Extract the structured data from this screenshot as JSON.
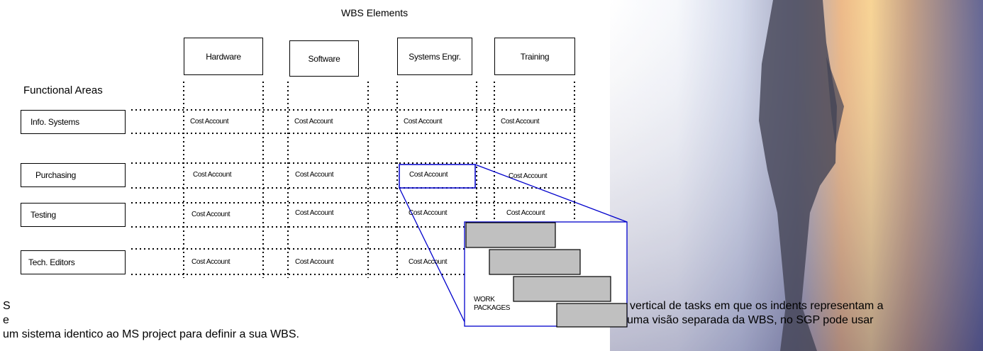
{
  "diagram": {
    "title": "WBS Elements",
    "row_header": "Functional Areas",
    "wbs_elements": [
      "Hardware",
      "Software",
      "Systems Engr.",
      "Training"
    ],
    "functional_areas": [
      "Info. Systems",
      "Purchasing",
      "Testing",
      "Tech. Editors"
    ],
    "cell_label": "Cost Account",
    "work_packages_label_line1": "WORK",
    "work_packages_label_line2": "PACKAGES"
  },
  "text": {
    "line1_start": "S",
    "line1_end": "vertical de tasks em que os indents representam a",
    "line2_start": "e",
    "line2_end": "uma visão separada da WBS, no SGP pode usar",
    "line3": "um sistema identico ao MS project para definir a sua WBS."
  },
  "colors": {
    "highlight": "#0000cc",
    "package_fill": "#c0c0c0",
    "background_accent": "#f0b050"
  }
}
